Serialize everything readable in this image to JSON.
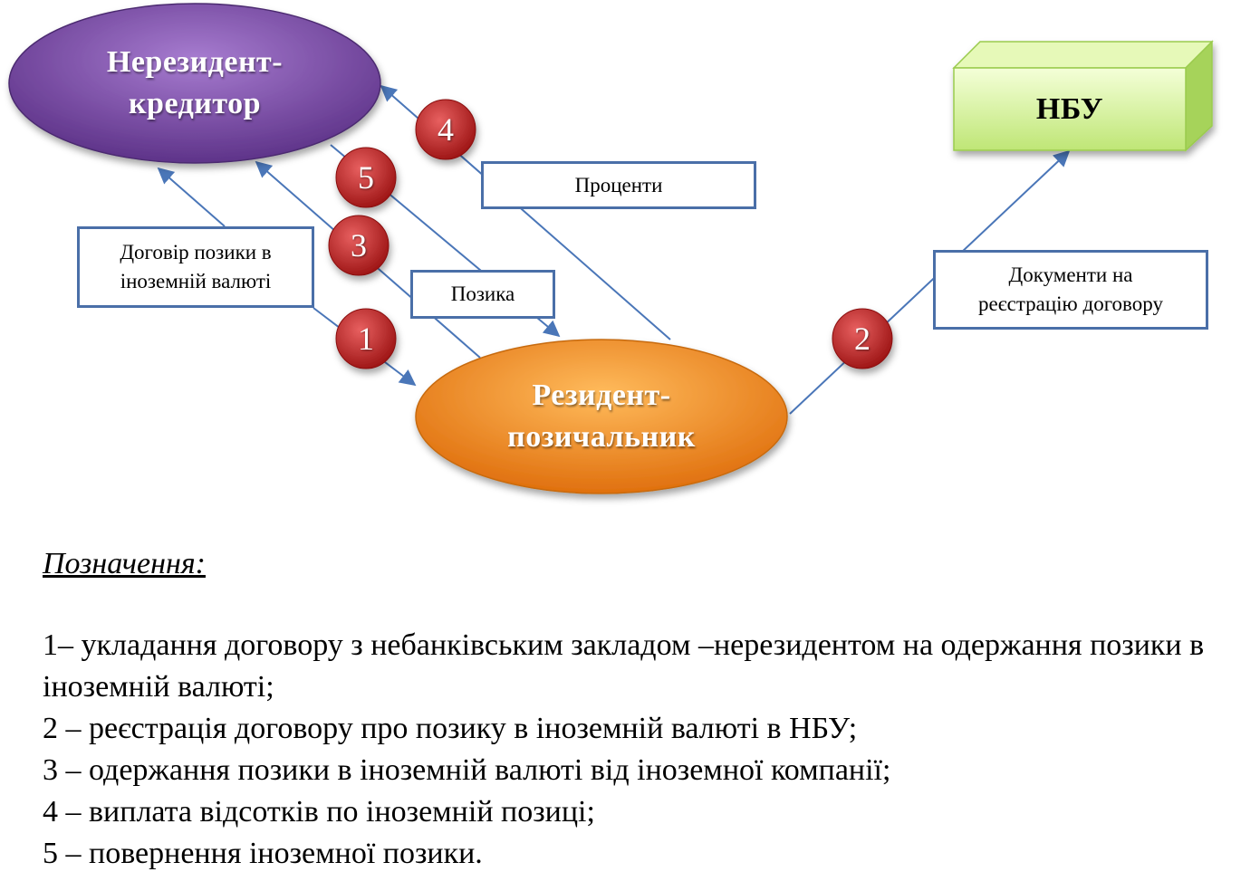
{
  "nodes": {
    "creditor": "Нерезидент-\nкредитор",
    "borrower": "Резидент-\nпозичальник",
    "nbu": "НБУ"
  },
  "labels": {
    "contract": "Договір позики в\nіноземній валюті",
    "interest": "Проценти",
    "loan": "Позика",
    "documents": "Документи на\nреєстрацію  договору"
  },
  "steps": [
    "1",
    "2",
    "3",
    "4",
    "5"
  ],
  "legend": {
    "title": "Позначення:",
    "items": [
      "1– укладання договору з небанківським закладом –нерезидентом на одержання позики в іноземній валюті;",
      "2 – реєстрація договору про позику в іноземній валюті в НБУ;",
      "3 – одержання позики в іноземній валюті від іноземної компанії;",
      "4 – виплата відсотків по іноземній позиці;",
      "5 – повернення іноземної позики."
    ]
  },
  "colors": {
    "creditor": "#7b4fa8",
    "borrower": "#f08a1e",
    "nbu": "#c8ec88",
    "badge": "#c02828",
    "connector": "#4a76b8"
  }
}
